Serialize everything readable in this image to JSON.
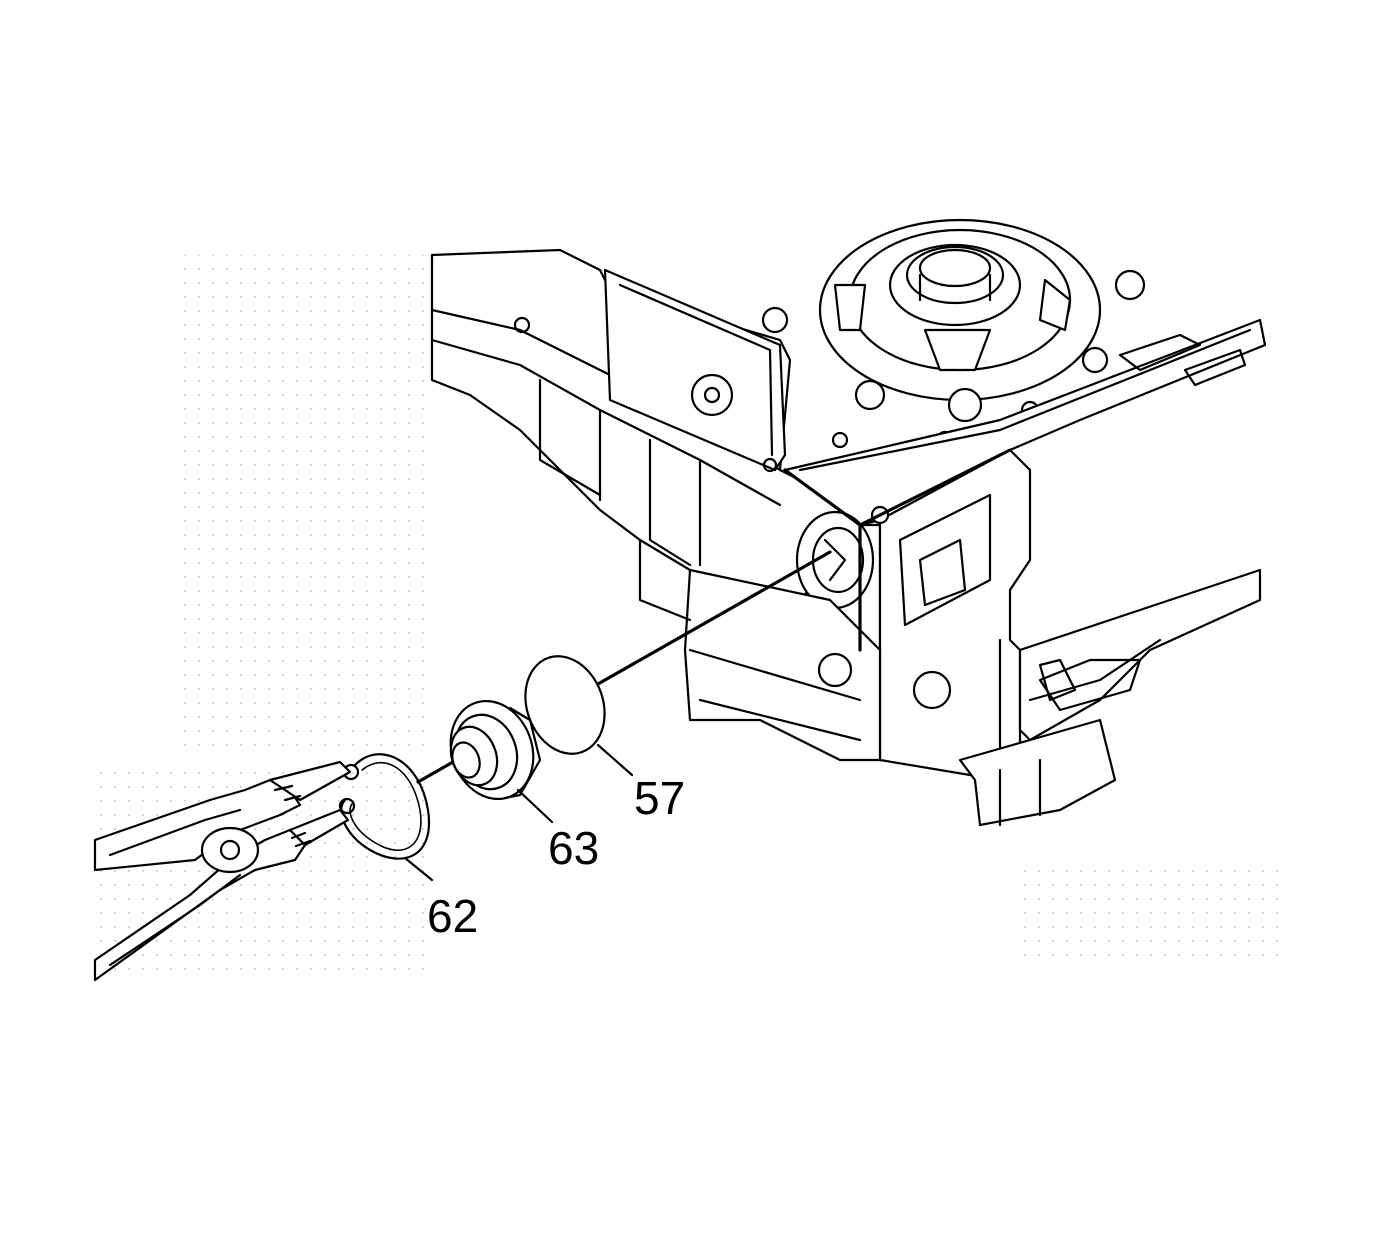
{
  "diagram": {
    "callouts": [
      {
        "id": "c57",
        "label": "57",
        "part": "o-ring-seal"
      },
      {
        "id": "c63",
        "label": "63",
        "part": "accumulator-cover-plug"
      },
      {
        "id": "c62",
        "label": "62",
        "part": "retaining-snap-ring"
      }
    ],
    "tool": "snap-ring-pliers-icon",
    "assembly": "transmission-case-illustration"
  }
}
